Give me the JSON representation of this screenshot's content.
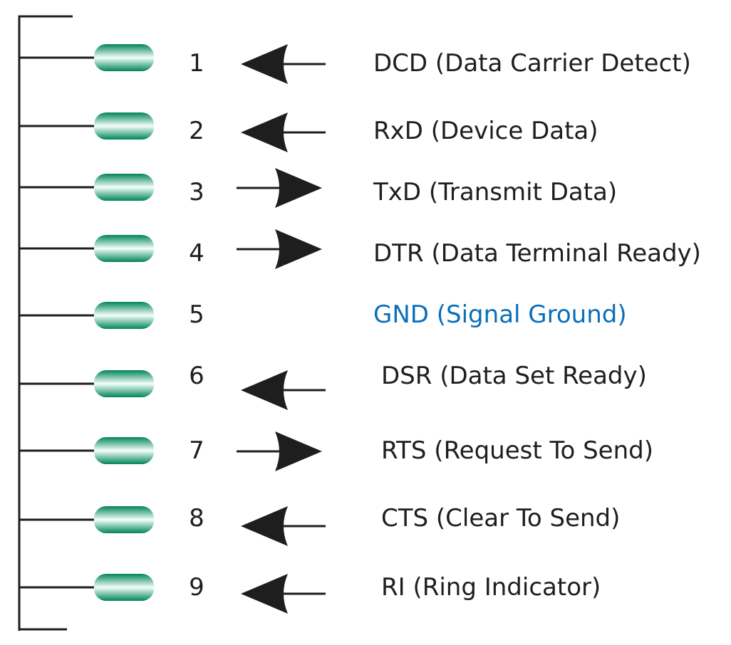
{
  "colors": {
    "line": "#1e1e1e",
    "pin_dark": "#00845a",
    "pin_light": "#f4fff9",
    "highlight_label": "#0a6fb8"
  },
  "pins": [
    {
      "number": "1",
      "label": "DCD (Data Carrier Detect)",
      "direction": "in"
    },
    {
      "number": "2",
      "label": "RxD (Device Data)",
      "direction": "in"
    },
    {
      "number": "3",
      "label": "TxD (Transmit Data)",
      "direction": "out"
    },
    {
      "number": "4",
      "label": "DTR (Data Terminal Ready)",
      "direction": "out"
    },
    {
      "number": "5",
      "label": "GND (Signal Ground)",
      "direction": "none",
      "highlight": true
    },
    {
      "number": "6",
      "label": "DSR (Data Set Ready)",
      "direction": "in"
    },
    {
      "number": "7",
      "label": "RTS (Request To Send)",
      "direction": "out"
    },
    {
      "number": "8",
      "label": "CTS (Clear To Send)",
      "direction": "in"
    },
    {
      "number": "9",
      "label": "RI (Ring Indicator)",
      "direction": "in"
    }
  ]
}
